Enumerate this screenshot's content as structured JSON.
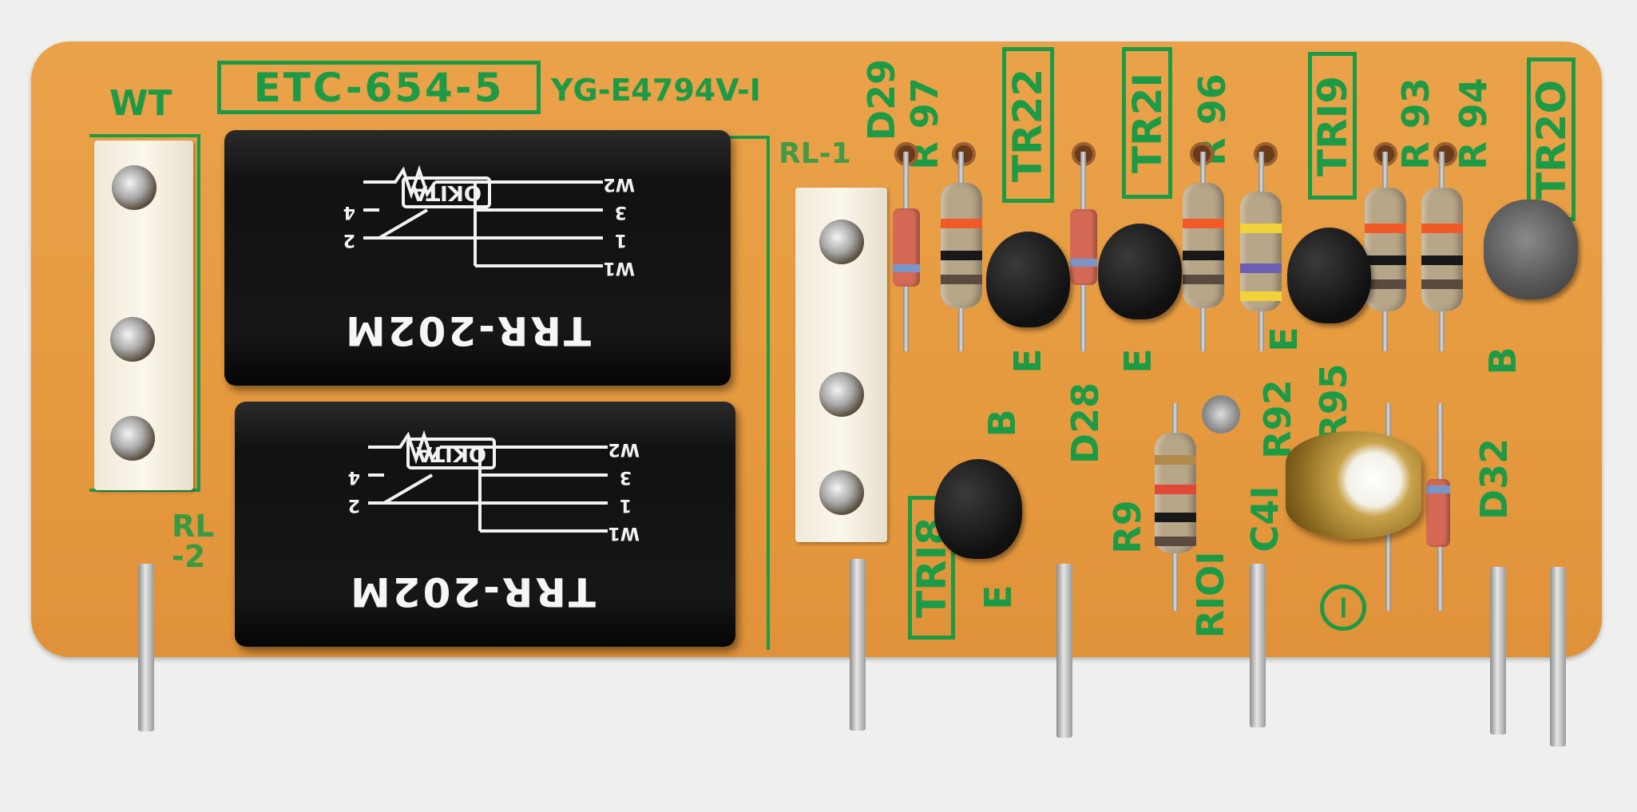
{
  "board": {
    "part_number": "ETC-654-5",
    "code": "YG-E4794V-I",
    "wt_label": "WT",
    "relay_labels": [
      "RL-1",
      "RL\n-2"
    ]
  },
  "relays": [
    {
      "brand": "OKITA",
      "model": "TRR-202M",
      "pins": [
        "W2",
        "3",
        "1",
        "W1",
        "4",
        "2"
      ]
    },
    {
      "brand": "OKITA",
      "model": "TRR-202M",
      "pins": [
        "W2",
        "3",
        "1",
        "W1",
        "4",
        "2"
      ]
    }
  ],
  "silkscreen": {
    "d29": "D29",
    "r97": "R 97",
    "tr22": "TR22",
    "tr21": "TR2I",
    "r96": "R 96",
    "tr19": "TRI9",
    "r93": "R 93",
    "r94": "R 94",
    "tr20": "TR2O",
    "e1": "E",
    "e2": "E",
    "e3": "E",
    "b1": "B",
    "d28": "D28",
    "b2": "B",
    "r92": "R92",
    "r95": "R95",
    "c41": "C4I",
    "r9": "R9",
    "r101": "RIOI",
    "d32": "D32",
    "tr18": "TRI8",
    "e4": "E",
    "minus": "−"
  }
}
